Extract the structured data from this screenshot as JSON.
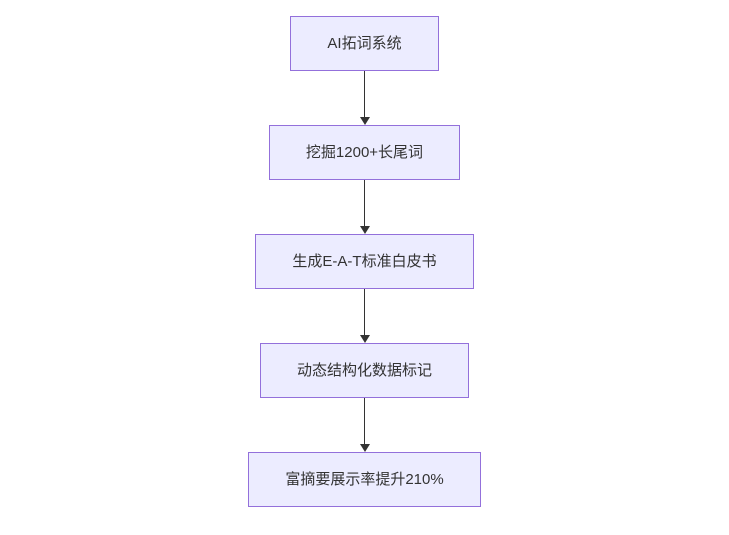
{
  "flowchart": {
    "type": "vertical-flowchart",
    "direction": "top-down",
    "nodes": [
      {
        "id": "A",
        "label": "AI拓词系统"
      },
      {
        "id": "B",
        "label": "挖掘1200+长尾词"
      },
      {
        "id": "C",
        "label": "生成E-A-T标准白皮书"
      },
      {
        "id": "D",
        "label": "动态结构化数据标记"
      },
      {
        "id": "E",
        "label": "富摘要展示率提升210%"
      }
    ],
    "edges": [
      {
        "from": "A",
        "to": "B"
      },
      {
        "from": "B",
        "to": "C"
      },
      {
        "from": "C",
        "to": "D"
      },
      {
        "from": "D",
        "to": "E"
      }
    ],
    "colors": {
      "node_fill": "#ECECFF",
      "node_border": "#9370DB",
      "text": "#333333",
      "arrow": "#333333",
      "background": "#FFFFFF"
    }
  }
}
